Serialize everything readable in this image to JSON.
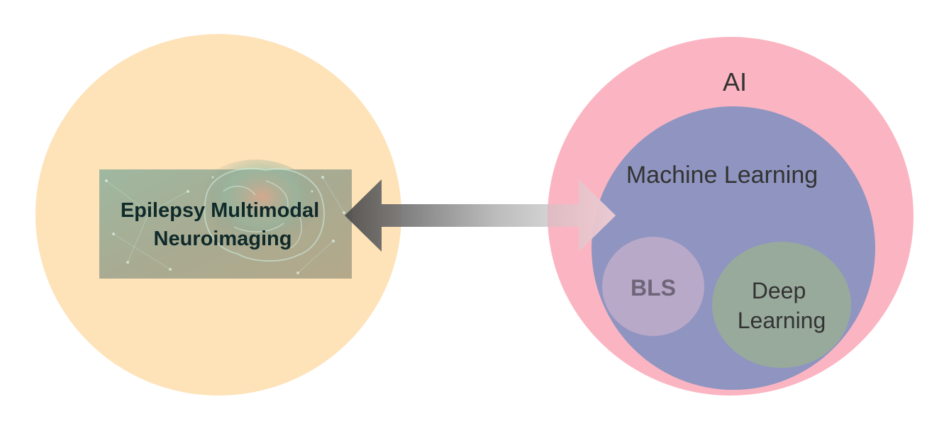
{
  "diagram": {
    "left": {
      "title_line1": "Epilepsy Multimodal",
      "title_line2": "Neuroimaging",
      "image_icon": "brain-network-icon",
      "circle_color": "#fee2b8"
    },
    "arrow": {
      "type": "bidirectional",
      "icon": "double-arrow-icon"
    },
    "right": {
      "outer_label": "AI",
      "outer_color": "#fbb5c2",
      "inner_label": "Machine Learning",
      "inner_color": "#8f95c0",
      "sub_left_label": "BLS",
      "sub_left_color": "#b8a9c9",
      "sub_right_label_line1": "Deep",
      "sub_right_label_line2": "Learning",
      "sub_right_color": "#98aa9c"
    }
  }
}
